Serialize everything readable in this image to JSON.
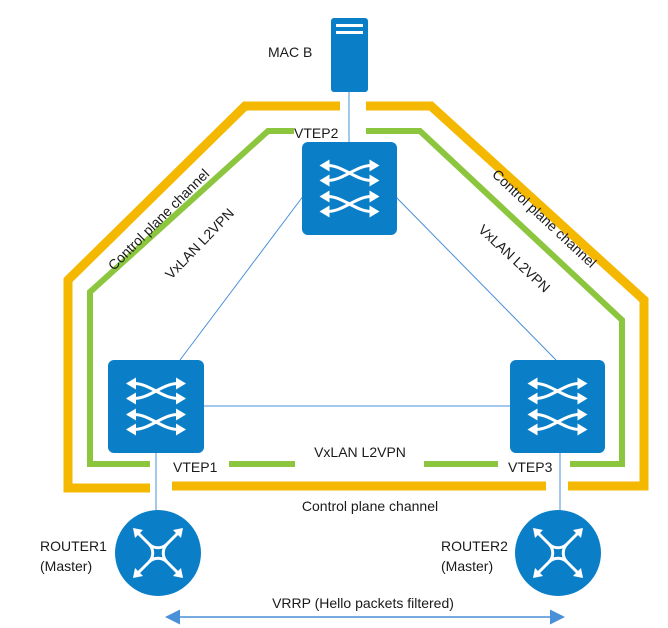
{
  "labels": {
    "server": "MAC B",
    "vtep2": "VTEP2",
    "vtep1": "VTEP1",
    "vtep3": "VTEP3",
    "router1_name": "ROUTER1",
    "router1_role": "(Master)",
    "router2_name": "ROUTER2",
    "router2_role": "(Master)",
    "control_left": "Control plane channel",
    "control_right": "Control plane channel",
    "control_bottom": "Control plane channel",
    "vxlan_left": "VxLAN L2VPN",
    "vxlan_right": "VxLAN L2VPN",
    "vxlan_bottom": "VxLAN L2VPN",
    "vrrp": "VRRP (Hello packets filtered)"
  },
  "colors": {
    "control_plane": "#f5b800",
    "vxlan": "#8cc63f",
    "device": "#0a7fc8",
    "link": "#4a90d9",
    "vrrp_arrow": "#4a90d9"
  },
  "icons": {
    "server": "server-icon",
    "switch": "switch-icon",
    "router": "router-icon"
  }
}
